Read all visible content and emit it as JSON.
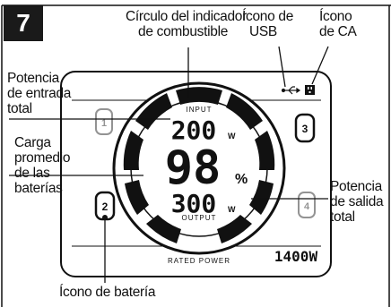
{
  "figure_number": "7",
  "callouts": {
    "fuel_circle": [
      "Círculo del indicador",
      "de combustible"
    ],
    "usb_icon": [
      "Ícono de",
      "USB"
    ],
    "ac_icon": [
      "Ícono",
      "de CA"
    ],
    "input_power": [
      "Potencia",
      "de entrada",
      "total"
    ],
    "battery_load": [
      "Carga",
      "promedio",
      "de las",
      "baterías"
    ],
    "output_power": [
      "Potencia",
      "de salida",
      "total"
    ],
    "battery_icon": [
      "Ícono de batería"
    ]
  },
  "display": {
    "input_label": "INPUT",
    "input_value": "200",
    "input_unit": "W",
    "battery_value": "98",
    "battery_unit": "%",
    "output_value": "300",
    "output_unit": "W",
    "output_label": "OUTPUT",
    "rated_label": "RATED POWER",
    "rated_value": "1400W",
    "left_top_icon": "1",
    "right_top_icon": "3",
    "left_bottom_icon": "2",
    "right_bottom_icon": "4"
  },
  "icons": {
    "usb": "usb-icon",
    "ac": "ac-plug-icon",
    "battery": "battery-icon"
  }
}
